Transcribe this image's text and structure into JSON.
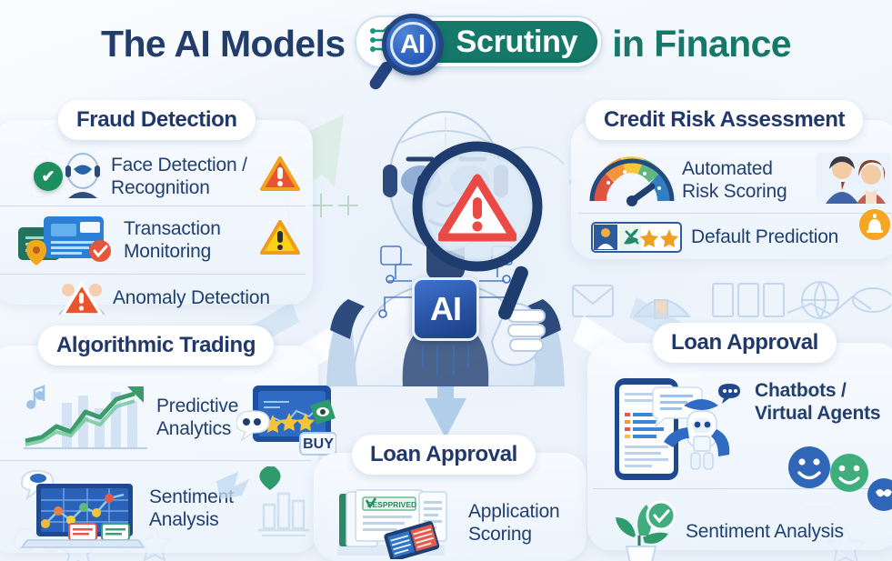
{
  "title": {
    "part1": "The AI Models",
    "badge_chip_label": "AI",
    "badge_word": "Scrutiny",
    "part2": "in Finance",
    "navy": "#223d6b",
    "green": "#17786a",
    "badge_pill_color": "#15796a",
    "badge_lens_color": "#2a5fbd"
  },
  "center": {
    "chip_label": "AI",
    "magnifier_alert": "!",
    "robot_name": "ai-robot"
  },
  "panels": [
    {
      "id": "fraud-detection",
      "heading": "Fraud Detection",
      "items": [
        {
          "label": "Face Detection /\nRecognition",
          "left_icon": "robot-face-icon",
          "right_icon": "warning-triangle-red-icon"
        },
        {
          "label": "Transaction\nMonitoring",
          "left_icon": "id-cards-icon",
          "right_icon": "warning-triangle-yellow-icon"
        },
        {
          "label": "Anomaly Detection",
          "left_icon": "warning-triangle-red-icon",
          "right_icon": ""
        }
      ]
    },
    {
      "id": "credit-risk-assessment",
      "heading": "Credit Risk Assessment",
      "items": [
        {
          "label": "Automated\nRisk Scoring",
          "left_icon": "risk-gauge-icon",
          "right_icon": "people-photo-icon"
        },
        {
          "label": "Default Prediction",
          "left_icon": "profile-rating-icon",
          "right_icon": "alert-bell-icon"
        }
      ]
    },
    {
      "id": "algorithmic-trading",
      "heading": "Algorithmic Trading",
      "items": [
        {
          "label": "Predictive\nAnalytics",
          "left_icon": "uptrend-chart-icon",
          "right_icon": "buy-signal-screen-icon"
        },
        {
          "label": "Sentiment\nAnalysis",
          "left_icon": "laptop-chart-icon",
          "right_icon": "heart-bars-icon"
        }
      ]
    },
    {
      "id": "loan-approval-center",
      "heading": "Loan Approval",
      "items": [
        {
          "label": "Application\nScoring",
          "left_icon": "approved-document-icon",
          "right_icon": ""
        }
      ]
    },
    {
      "id": "loan-approval-right",
      "heading": "Loan Approval",
      "items": [
        {
          "label": "Chatbots /\nVirtual Agents",
          "left_icon": "chatbot-phone-icon",
          "right_icon": "chat-bubble-icon"
        },
        {
          "label": "Sentiment Analysis",
          "left_icon": "plant-check-icon",
          "right_icon": "smiley-faces-icon"
        }
      ]
    }
  ],
  "misc": {
    "buy_tag": "BUY",
    "approved_stamp": "PESPPRIVED",
    "stars": "★★"
  },
  "colors": {
    "background": "#f2f6fb",
    "panel_bg": "#f4f8fd",
    "text_navy": "#21406f",
    "heading_navy": "#20386a",
    "warn_red": "#e0512c",
    "warn_yellow": "#f5c518",
    "accent_green": "#1d8f5e",
    "accent_blue": "#2a5fbd",
    "orange": "#f5a623"
  }
}
